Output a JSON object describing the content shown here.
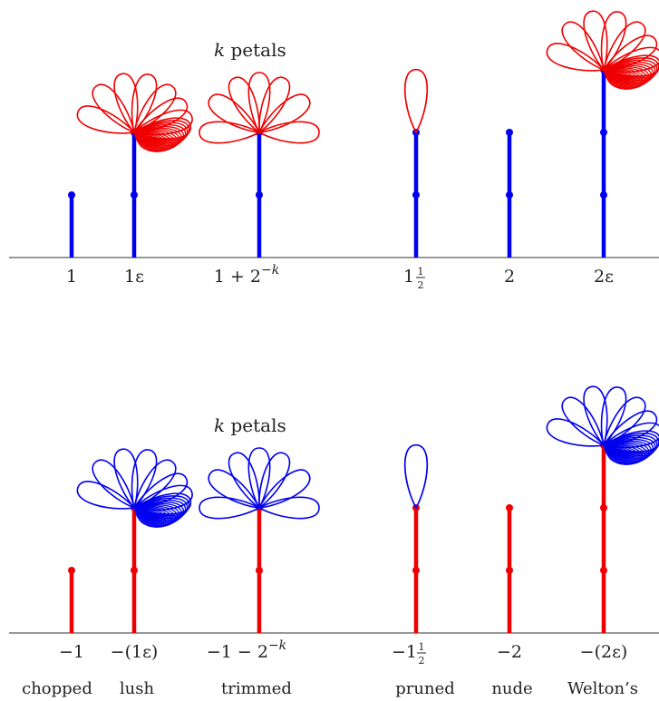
{
  "colors": {
    "blue": "#0000ee",
    "red": "#ee0000",
    "axis": "#777777",
    "text": "#222222"
  },
  "top": {
    "petals_k": "k",
    "petals_text": " petals",
    "stems": [
      {
        "label": "1",
        "height": 1
      },
      {
        "label": "1ε",
        "height": 2,
        "flower": "lush"
      },
      {
        "label_main": "1 + 2",
        "label_sup": "−k",
        "height": 2,
        "flower": "trimmed"
      },
      {
        "label_whole": "1",
        "label_num": "1",
        "label_den": "2",
        "height": 2,
        "flower": "pruned"
      },
      {
        "label": "2",
        "height": 2
      },
      {
        "label": "2ε",
        "height": 3,
        "flower": "lush"
      }
    ]
  },
  "bottom": {
    "petals_k": "k",
    "petals_text": " petals",
    "stems": [
      {
        "label": "−1",
        "caption": "chopped",
        "height": 1
      },
      {
        "label": "−(1ε)",
        "caption": "lush",
        "height": 2,
        "flower": "lush"
      },
      {
        "label_main": "−1 − 2",
        "label_sup": "−k",
        "caption": "trimmed",
        "height": 2,
        "flower": "trimmed"
      },
      {
        "label_whole": "−1",
        "label_num": "1",
        "label_den": "2",
        "caption": "pruned",
        "height": 2,
        "flower": "pruned"
      },
      {
        "label": "−2",
        "caption": "nude",
        "height": 2
      },
      {
        "label": "−(2ε)",
        "caption": "Welton’s",
        "height": 3,
        "flower": "lush"
      }
    ]
  }
}
